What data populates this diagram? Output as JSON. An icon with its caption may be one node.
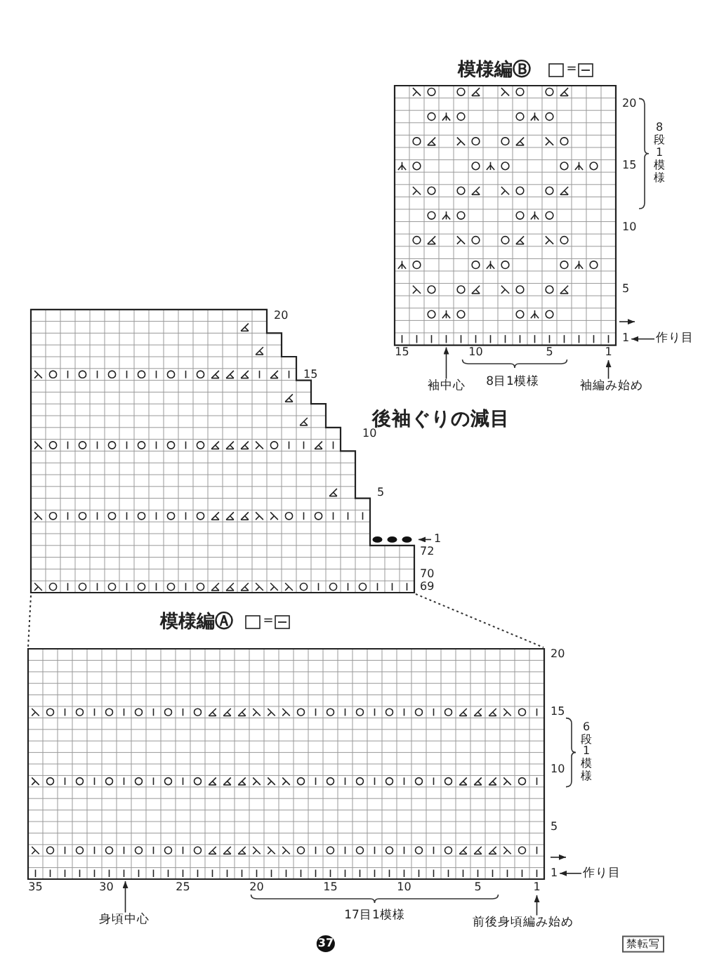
{
  "diagram": {
    "nodes": [
      {
        "text": [],
        "shape": "box"
      },
      {
        "text": [
          "1"
        ]
      },
      {
        "text": [
          "作り目"
        ]
      },
      {
        "text": [
          "1"
        ]
      },
      {
        "text": [
          "袖中心"
        ]
      },
      {
        "text": [
          "袖編み始め"
        ]
      },
      {
        "text": [],
        "shape": "box"
      },
      {
        "text": [
          "1"
        ]
      },
      {
        "text": [
          "作り目"
        ]
      },
      {
        "text": [
          "1"
        ]
      },
      {
        "text": [
          "身頃中心"
        ]
      },
      {
        "text": [
          "前後身頃編み始め"
        ]
      }
    ],
    "edges": [
      {
        "from": 2,
        "to": 1,
        "arrow": "to"
      },
      {
        "from": 4,
        "to": 0,
        "arrow": "to"
      },
      {
        "from": 5,
        "to": 3,
        "arrow": "to"
      },
      {
        "from": 8,
        "to": 7,
        "arrow": "to"
      },
      {
        "from": 10,
        "to": 6,
        "arrow": "to"
      },
      {
        "from": 11,
        "to": 9,
        "arrow": "to"
      }
    ],
    "labels": [
      "模様編Ⓑ",
      "=",
      "20",
      "15",
      "10",
      "5",
      "8段1模様",
      "15",
      "10",
      "5",
      "8目1模様",
      "20",
      "15",
      "後袖ぐりの減目",
      "10",
      "5",
      "1",
      "72",
      "70",
      "69",
      "模様編Ⓐ",
      "=",
      "20",
      "15",
      "6段1模様",
      "10",
      "5",
      "35",
      "30",
      "25",
      "20",
      "15",
      "10",
      "5",
      "17目1模様",
      "37",
      "禁転写"
    ]
  }
}
